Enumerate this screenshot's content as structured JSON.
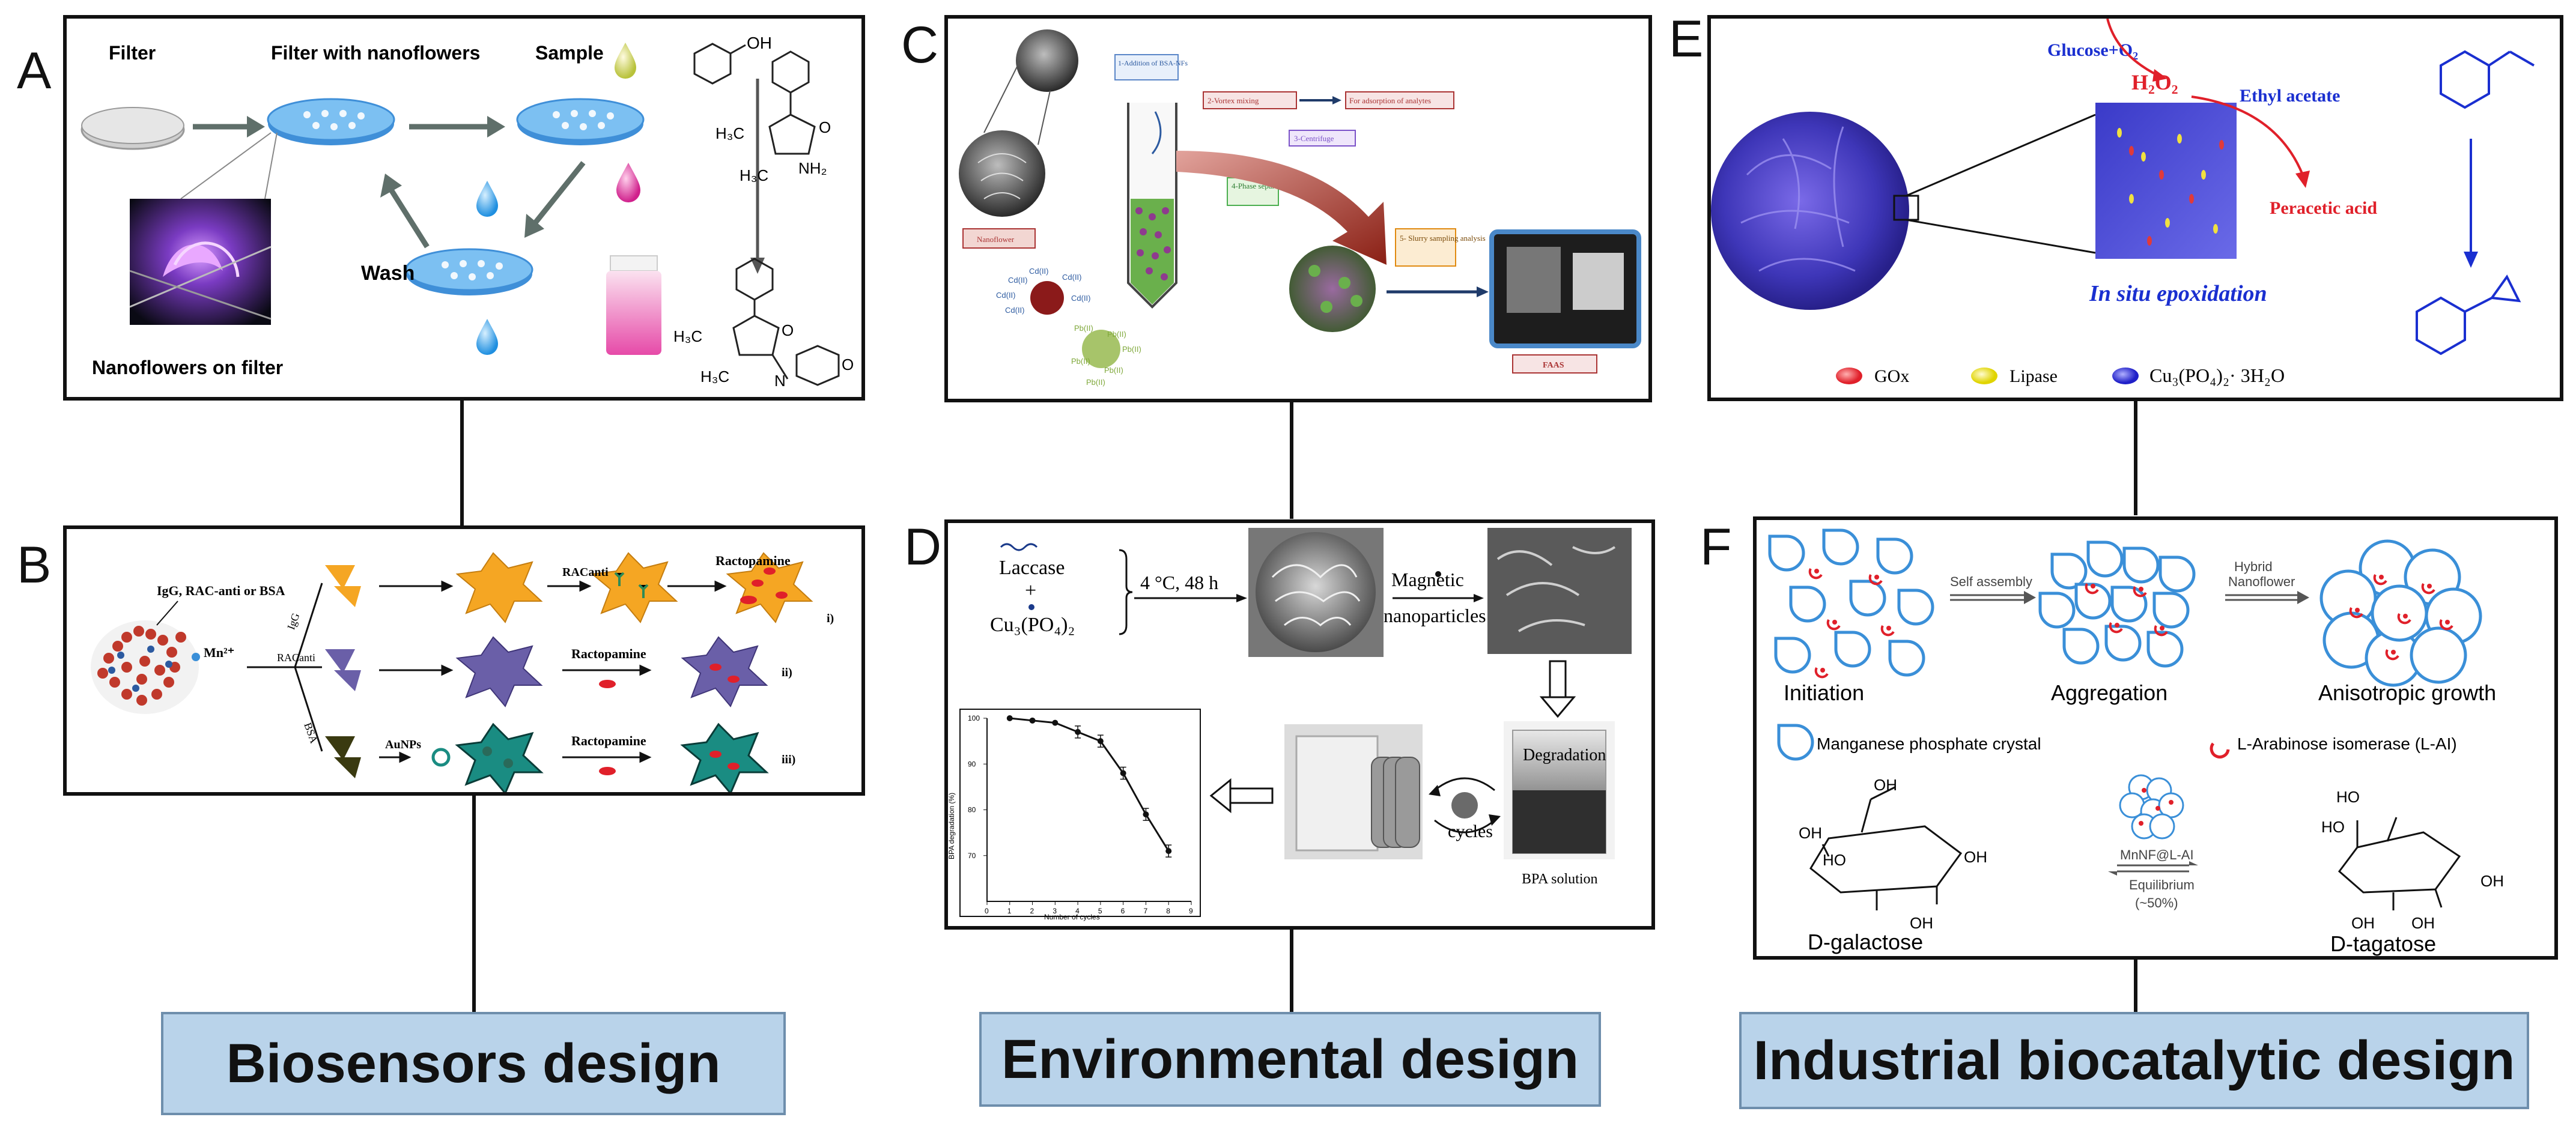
{
  "panels": {
    "a": {
      "letter": "A",
      "filter": "Filter",
      "filter_nano": "Filter with nanoflowers",
      "sample": "Sample",
      "wash": "Wash",
      "nano_on_filter": "Nanoflowers on filter",
      "oh": "OH",
      "ch3": "H₃C",
      "nh2": "NH₂",
      "o": "O",
      "n": "N"
    },
    "b": {
      "letter": "B",
      "reagents": "IgG, RAC-anti or BSA",
      "mn": "Mn²⁺",
      "igg": "IgG",
      "rac": "RACanti",
      "bsa": "BSA",
      "rac_anti": "RACanti",
      "ractopamine": "Ractopamine",
      "aunps": "AuNPs",
      "row_i": "i)",
      "row_ii": "ii)",
      "row_iii": "iii)"
    },
    "c": {
      "letter": "C",
      "step1": "1-Addition of BSA-NFs",
      "step2": "2-Vortex mixing",
      "adsorption": "For adsorption of analytes",
      "step3": "3-Centrifuge",
      "step4": "4-Phase separation",
      "step5": "5- Slurry sampling analysis",
      "nanoflower": "Nanoflower",
      "faas": "FAAS",
      "cd": "Cd(II)",
      "pb": "Pb(II)"
    },
    "d": {
      "letter": "D",
      "laccase": "Laccase",
      "plus": "+",
      "cu": "Cu₃(PO₄)₂",
      "conditions": "4 °C, 48 h",
      "magnetic": "Magnetic",
      "nanoparticles": "nanoparticles",
      "degradation": "Degradation",
      "cycles": "cycles",
      "bpa_solution": "BPA solution",
      "xlabel": "Number of cycles",
      "ylabel": "BPA degradation (%)"
    },
    "e": {
      "letter": "E",
      "glucose": "Glucose+O₂",
      "h2o2": "H₂O₂",
      "ethyl": "Ethyl acetate",
      "peracetic": "Peracetic acid",
      "insitu": "In situ epoxidation",
      "gox": "GOx",
      "lipase": "Lipase",
      "cu": "Cu₃(PO₄)₂· 3H₂O"
    },
    "f": {
      "letter": "F",
      "self_assembly": "Self assembly",
      "hybrid": "Hybrid",
      "nanoflower": "Nanoflower",
      "initiation": "Initiation",
      "aggregation": "Aggregation",
      "aniso": "Anisotropic growth",
      "mn_crystal": "Manganese phosphate crystal",
      "l_arab": "L-Arabinose isomerase (L-AI)",
      "mnnf": "MnNF@L-AI",
      "equil": "Equilibrium",
      "pct": "(~50%)",
      "d_gal": "D-galactose",
      "d_tag": "D-tagatose",
      "oh": "OH",
      "ho": "HO"
    }
  },
  "captions": {
    "bio": "Biosensors design",
    "env": "Environmental design",
    "ind": "Industrial biocatalytic design"
  },
  "colors": {
    "caption_bg": "#b9d3ea",
    "filter_blue": "#5aa7e6",
    "drop_pink": "#e0409e",
    "flower_orange": "#f5a623",
    "flower_purple": "#6a5fa8",
    "flower_teal": "#1a8c82",
    "arrow_red": "#c0392b",
    "epox_blue": "#1a2fd0"
  },
  "chart_data": {
    "type": "line",
    "x": [
      1,
      2,
      3,
      4,
      5,
      6,
      7,
      8
    ],
    "values": [
      100,
      99.5,
      99,
      97,
      95,
      88,
      79,
      71
    ],
    "xlabel": "Number of cycles",
    "ylabel": "BPA degradation (%)",
    "xlim": [
      0,
      9
    ],
    "ylim": [
      60,
      100
    ],
    "xticks": [
      0,
      1,
      2,
      3,
      4,
      5,
      6,
      7,
      8,
      9
    ],
    "yticks": [
      70,
      80,
      90,
      100
    ]
  }
}
